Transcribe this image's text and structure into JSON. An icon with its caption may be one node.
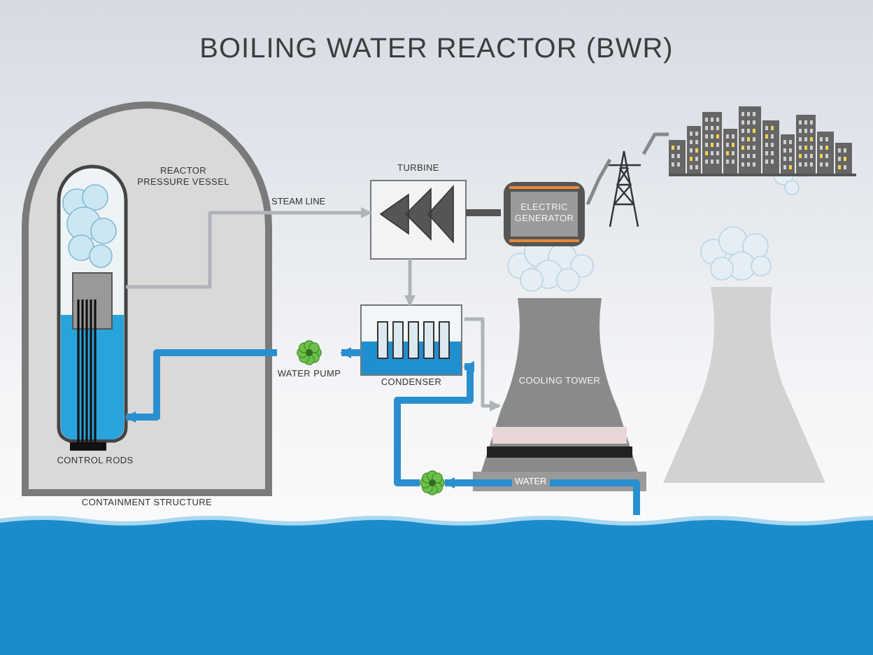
{
  "diagram": {
    "title": "BOILING WATER REACTOR (BWR)",
    "nodes": [
      {
        "text": [
          "CONTAINMENT STRUCTURE"
        ]
      },
      {
        "text": [
          "REACTOR PRESSURE VESSEL"
        ],
        "in": 0
      },
      {
        "text": [
          "CONTROL RODS"
        ],
        "in": 1
      },
      {
        "text": [
          "TURBINE"
        ]
      },
      {
        "text": [
          "ELECTRIC GENERATOR"
        ]
      },
      {
        "text": [
          "CONDENSER"
        ]
      },
      {
        "text": [
          "WATER PUMP"
        ]
      },
      {
        "text": [
          "COOLING TOWER"
        ]
      },
      {
        "text": [],
        "shape": "pump"
      },
      {
        "text": [],
        "shape": "picture"
      },
      {
        "text": [],
        "shape": "picture"
      },
      {
        "text": [],
        "shape": "band"
      }
    ],
    "edges": [
      {
        "from": 1,
        "to": 3,
        "arrow": "to",
        "label": "STEAM LINE",
        "color": "#b0b4b8"
      },
      {
        "from": 3,
        "to": 4,
        "arrow": "none",
        "style": "thick",
        "color": "#555555"
      },
      {
        "from": 3,
        "to": 5,
        "arrow": "to",
        "color": "#b0b4b8"
      },
      {
        "from": 5,
        "to": 6,
        "arrow": "to",
        "style": "thick"
      },
      {
        "from": 6,
        "to": 1,
        "arrow": "to",
        "style": "thick"
      },
      {
        "from": 4,
        "to": 9,
        "arrow": "none",
        "color": "#888888"
      },
      {
        "from": 9,
        "to": 10,
        "arrow": "none",
        "color": "#888888"
      },
      {
        "from": 11,
        "to": 8,
        "arrow": "to",
        "label": "WATER",
        "style": "thick"
      },
      {
        "from": 8,
        "to": 5,
        "arrow": "to",
        "style": "thick"
      },
      {
        "from": 5,
        "to": 7,
        "arrow": "to",
        "color": "#b0b4b8"
      }
    ]
  }
}
